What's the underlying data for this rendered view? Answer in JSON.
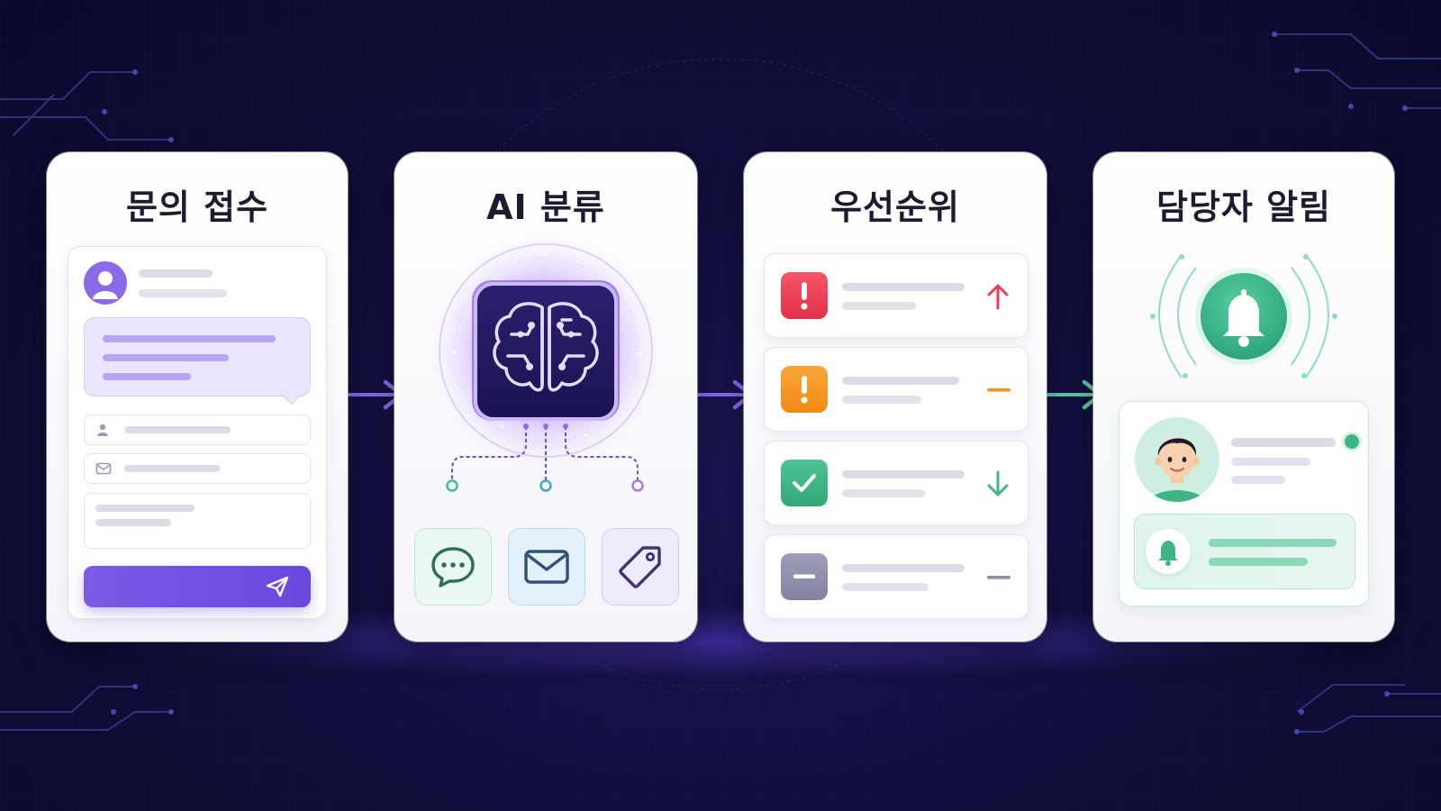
{
  "steps": [
    {
      "title": "문의 접수"
    },
    {
      "title": "AI 분류"
    },
    {
      "title": "우선순위"
    },
    {
      "title": "담당자 알림"
    }
  ],
  "colors": {
    "background": "#0e0d35",
    "purple": "#7a5ae6",
    "teal": "#3fbf93",
    "red": "#ec3b52",
    "orange": "#f7931e",
    "green": "#3fb585",
    "gray": "#8a8ba8"
  },
  "icons": {
    "step1": [
      "user-avatar-icon",
      "user-icon",
      "mail-icon",
      "send-icon"
    ],
    "step2": [
      "brain-chip-icon",
      "chat-bubble-icon",
      "envelope-icon",
      "tag-icon"
    ],
    "step3": [
      "alert-icon",
      "arrow-up-icon",
      "minus-icon",
      "check-icon",
      "arrow-down-icon"
    ],
    "step4": [
      "bell-icon",
      "agent-avatar-icon",
      "online-status-icon"
    ]
  }
}
